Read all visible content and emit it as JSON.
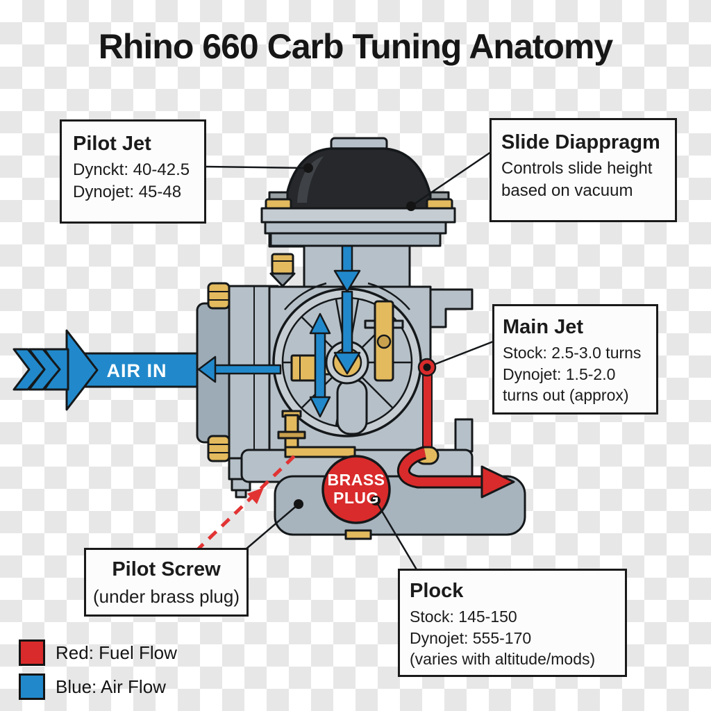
{
  "title": "Rhino 660 Carb Tuning Anatomy",
  "colors": {
    "fuel_red": "#d92b2b",
    "air_blue": "#2189cb",
    "body_gray": "#b6c0c8",
    "brass": "#e3ba5e"
  },
  "callouts": {
    "pilot_jet": {
      "heading": "Pilot Jet",
      "lines": [
        "Dynckt: 40-42.5",
        "Dynojet: 45-48"
      ]
    },
    "slide_diaphragm": {
      "heading": "Slide Diappragm",
      "lines": [
        "Controls slide height",
        "based on vacuum"
      ]
    },
    "main_jet": {
      "heading": "Main Jet",
      "lines": [
        "Stock: 2.5-3.0 turns",
        "Dynojet: 1.5-2.0",
        "turns out (approx)"
      ]
    },
    "pilot_screw": {
      "heading": "Pilot Screw",
      "lines": [
        "(under brass plug)"
      ]
    },
    "plock": {
      "heading": "Plock",
      "lines": [
        "Stock: 145-150",
        "Dynojet: 555-170",
        "(varies with altitude/mods)"
      ]
    }
  },
  "diagram_labels": {
    "air_in": "AIR IN",
    "brass_plug_line1": "BRASS",
    "brass_plug_line2": "PLUG"
  },
  "legend": {
    "items": [
      {
        "swatch": "#d92b2b",
        "label": "Red: Fuel Flow"
      },
      {
        "swatch": "#2189cb",
        "label": "Blue: Air Flow"
      }
    ]
  }
}
